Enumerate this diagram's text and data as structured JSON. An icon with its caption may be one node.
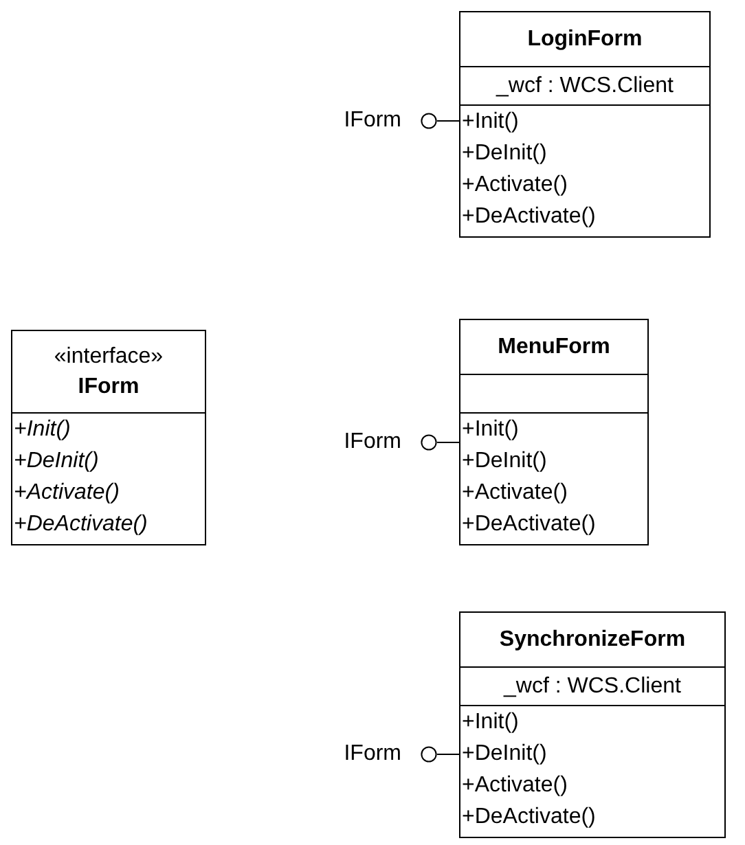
{
  "diagram": {
    "nodes": [
      {
        "text": [],
        "shape": "circle",
        "beside": [
          "IForm"
        ]
      },
      {
        "text": [
          "LoginForm",
          "_wcf : WCS.Client",
          "+Init()",
          "+DeInit()",
          "+Activate()",
          "+DeActivate()"
        ]
      },
      {
        "text": [
          "«interface»",
          "IForm",
          "+Init()",
          "+DeInit()",
          "+Activate()",
          "+DeActivate()"
        ]
      },
      {
        "text": [],
        "shape": "circle",
        "beside": [
          "IForm"
        ]
      },
      {
        "text": [
          "MenuForm",
          "+Init()",
          "+DeInit()",
          "+Activate()",
          "+DeActivate()"
        ]
      },
      {
        "text": [],
        "shape": "circle",
        "beside": [
          "IForm"
        ]
      },
      {
        "text": [
          "SynchronizeForm",
          "_wcf : WCS.Client",
          "+Init()",
          "+DeInit()",
          "+Activate()",
          "+DeActivate()"
        ]
      }
    ],
    "edges": [
      {
        "from": 0,
        "to": 1,
        "arrow": "none"
      },
      {
        "from": 3,
        "to": 4,
        "arrow": "none"
      },
      {
        "from": 5,
        "to": 6,
        "arrow": "none"
      }
    ]
  }
}
